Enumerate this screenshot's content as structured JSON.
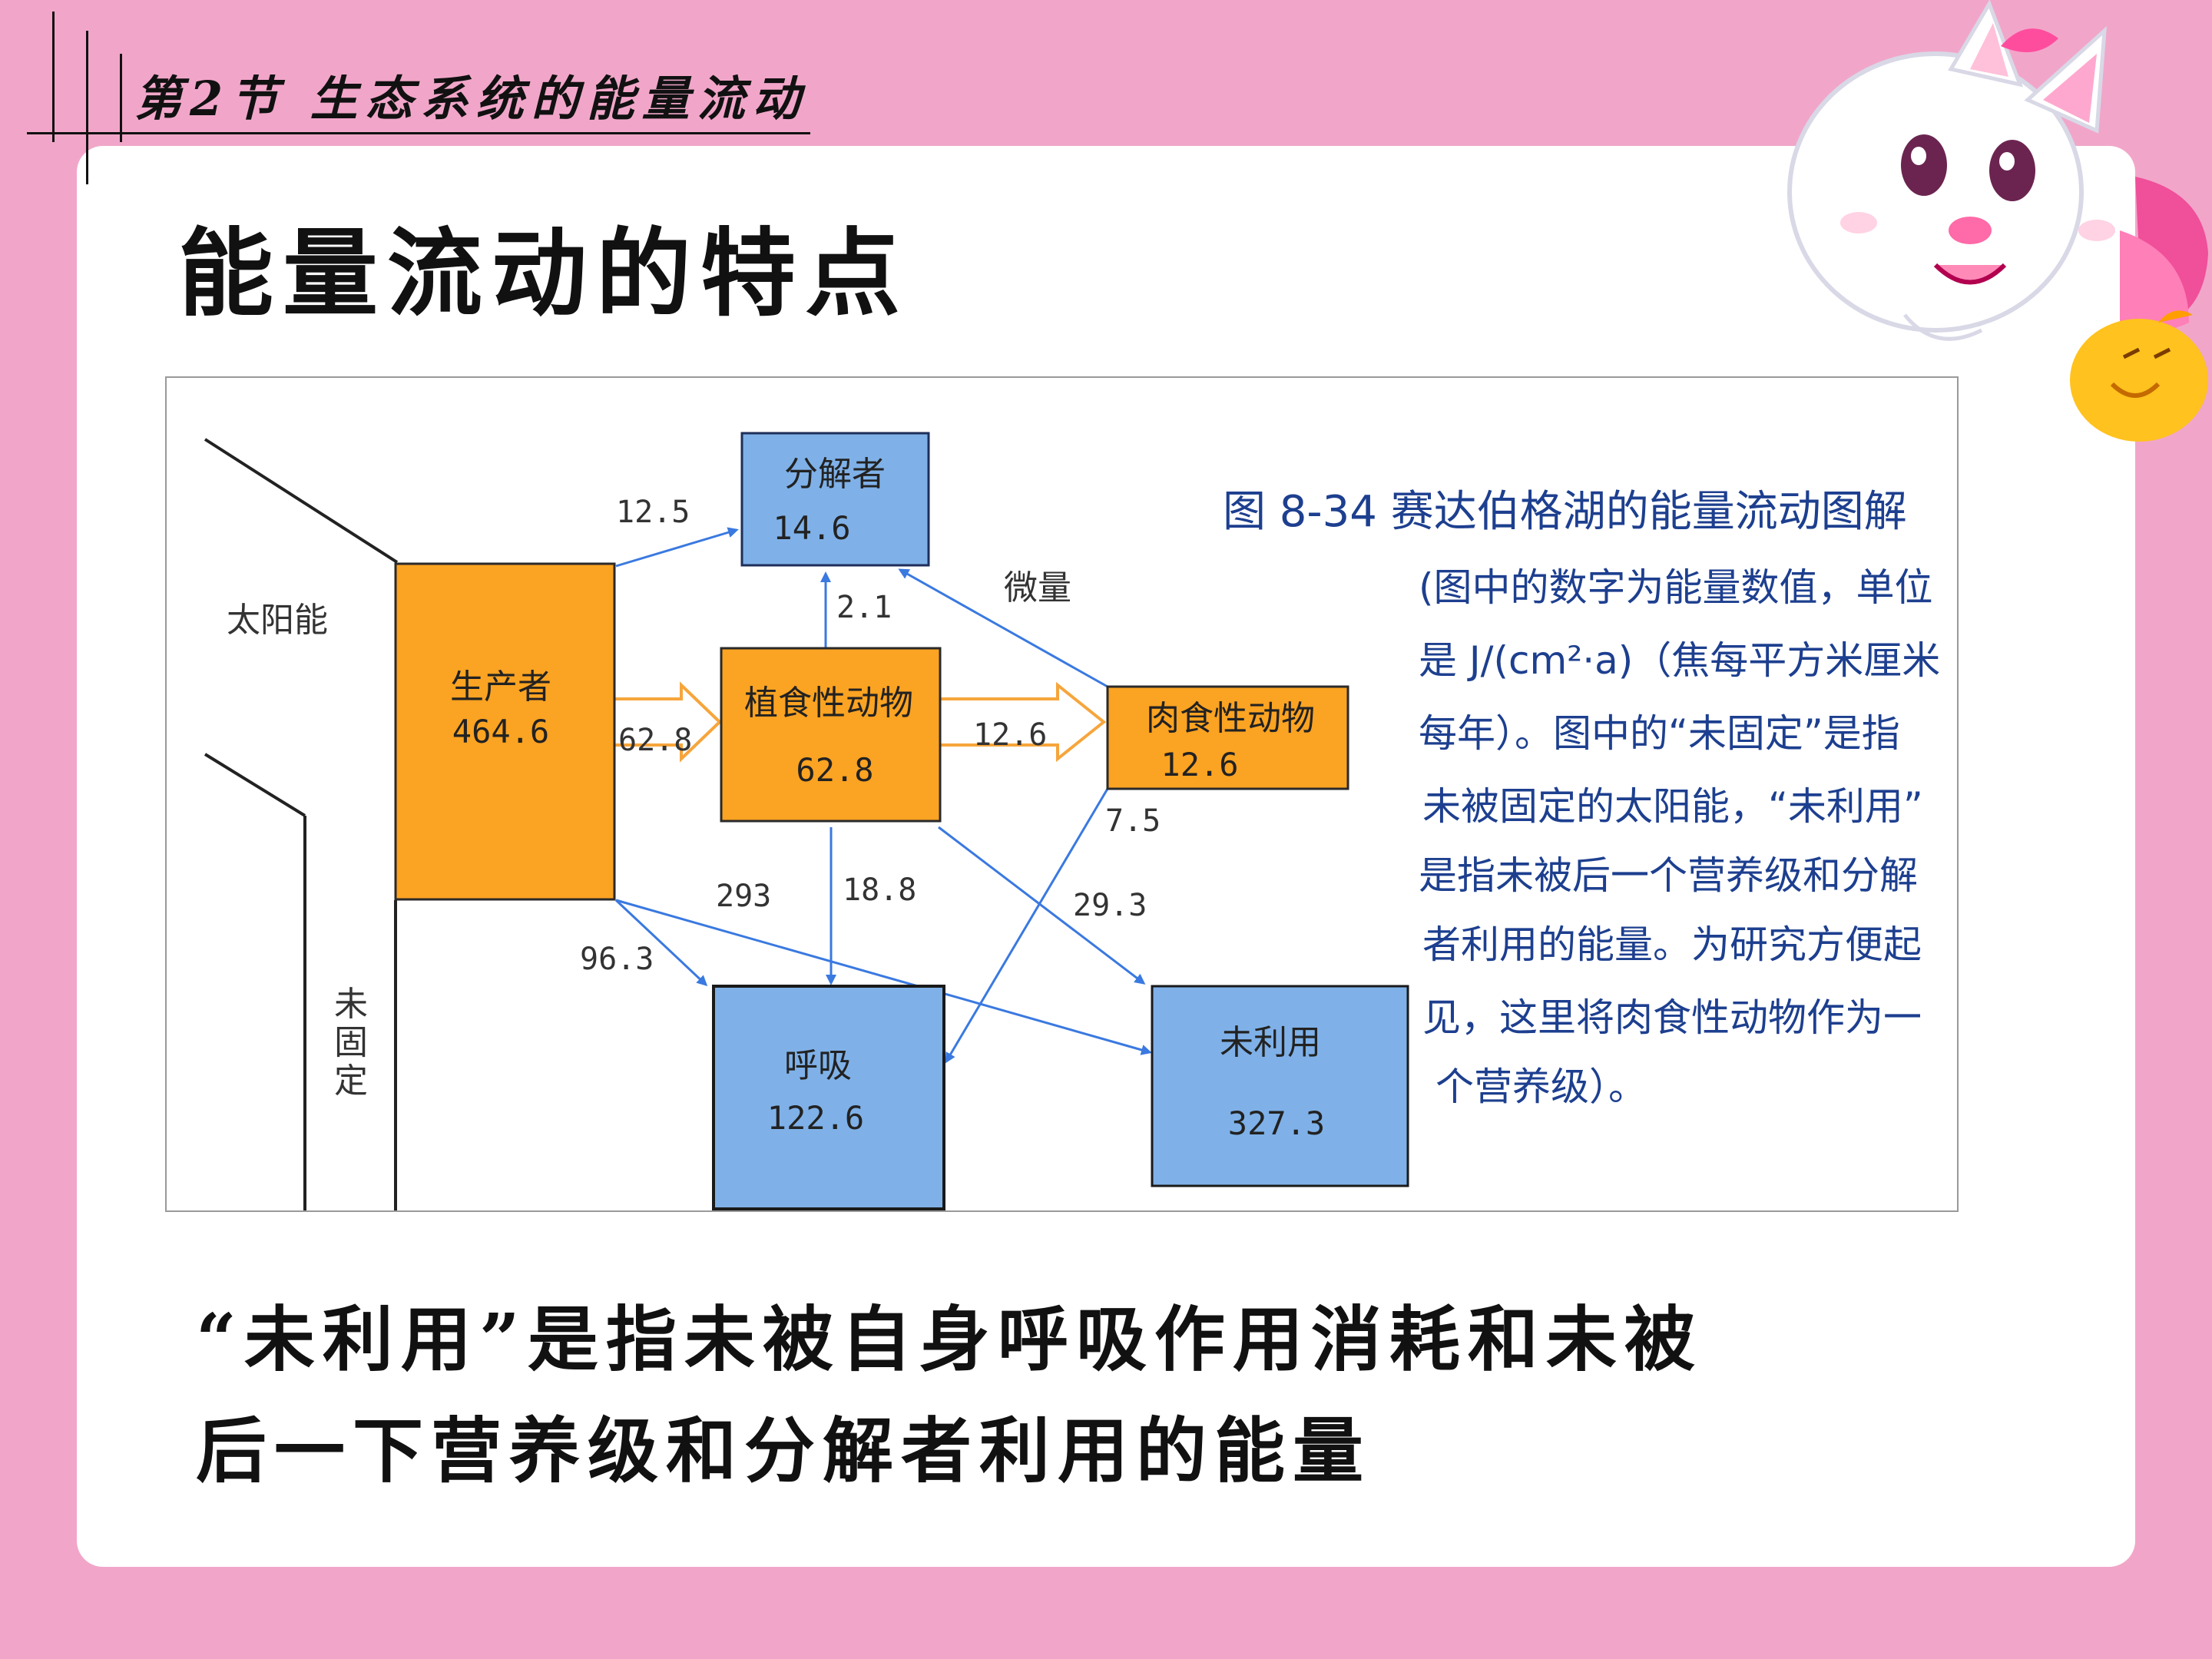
{
  "header": {
    "section_title": "第2节 生态系统的能量流动",
    "main_title": "能量流动的特点"
  },
  "diagram": {
    "caption": {
      "title": "图 8-34 赛达伯格湖的能量流动图解",
      "lines": [
        "(图中的数字为能量数值，单位",
        "是 J/(cm²·a)（焦每平方米厘米",
        "每年）。图中的“未固定”是指",
        "未被固定的太阳能，“未利用”",
        "是指未被后一个营养级和分解",
        "者利用的能量。为研究方便起",
        "见，这里将肉食性动物作为一",
        "个营养级）。"
      ]
    },
    "side_labels": {
      "sun": "太阳能",
      "unfixed": [
        "未",
        "固",
        "定"
      ]
    },
    "nodes": {
      "decomposer": {
        "title": "分解者",
        "value": "14.6"
      },
      "producer": {
        "title": "生产者",
        "value": "464.6"
      },
      "herbivore": {
        "title": "植食性动物",
        "value": "62.8"
      },
      "carnivore": {
        "title": "肉食性动物",
        "value": "12.6"
      },
      "respiration": {
        "title": "呼吸",
        "value": "122.6"
      },
      "unused": {
        "title": "未利用",
        "value": "327.3"
      }
    },
    "flows": {
      "producer_to_decomposer": "12.5",
      "herbivore_to_decomposer": "2.1",
      "carnivore_to_decomposer": "微量",
      "producer_to_herbivore": "62.8",
      "herbivore_to_carnivore": "12.6",
      "carnivore_to_respiration": "7.5",
      "producer_to_unused": "293",
      "herbivore_to_respiration": "18.8",
      "herbivore_to_unused": "29.3",
      "producer_to_respiration": "96.3"
    },
    "colors": {
      "orange_box": "#fba322",
      "blue_box": "#7fb1e8",
      "arrow_blue": "#3a79e0",
      "arrow_orange": "#f6a53c",
      "caption_blue": "#1d3f8f"
    }
  },
  "explanation": {
    "line1": "“未利用”是指未被自身呼吸作用消耗和未被",
    "line2": "后一下营养级和分解者利用的能量"
  },
  "theme": {
    "background": "#f1a6c9",
    "card": "#ffffff"
  }
}
